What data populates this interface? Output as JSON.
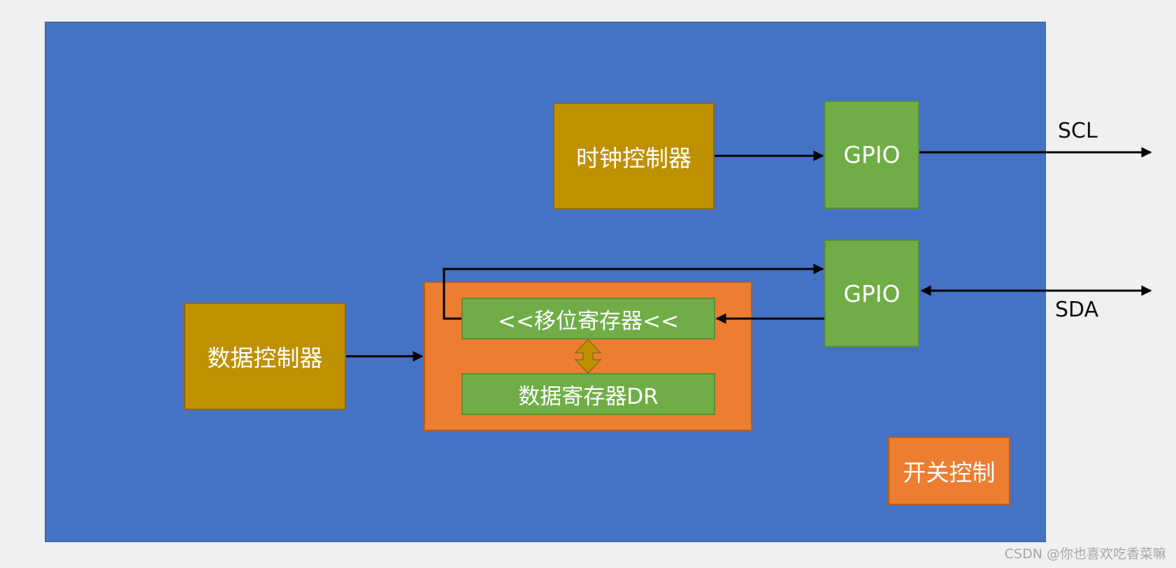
{
  "blocks": {
    "clock_controller": "时钟控制器",
    "gpio_top": "GPIO",
    "gpio_bottom": "GPIO",
    "data_controller": "数据控制器",
    "shift_register": "<<移位寄存器<<",
    "data_register": "数据寄存器DR",
    "switch_control": "开关控制"
  },
  "signals": {
    "scl": "SCL",
    "sda": "SDA"
  },
  "watermark": "CSDN @你也喜欢吃香菜嘛",
  "colors": {
    "chip_background": "#4472c4",
    "controller": "#bf9000",
    "gpio": "#70ad47",
    "register_group": "#ed7d31",
    "page_background": "#f0f0f0"
  }
}
